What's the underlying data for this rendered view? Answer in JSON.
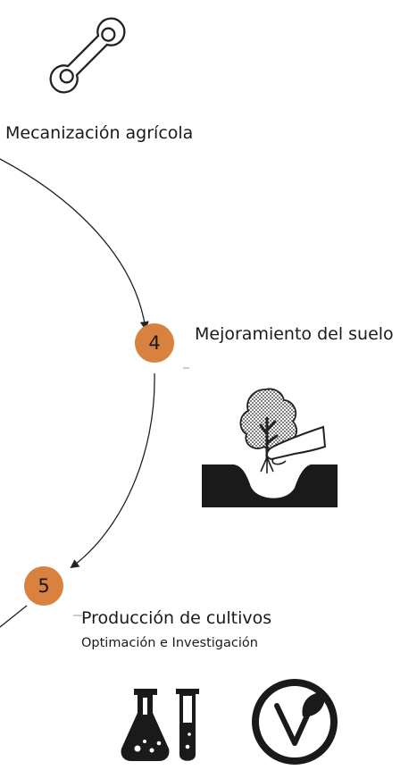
{
  "colors": {
    "step_circle": "#D9823F",
    "ink": "#1a1a1a",
    "stroke": "#222222"
  },
  "items": {
    "mechanization": {
      "label": "Mecanización agrícola",
      "icon": "wrench-icon"
    },
    "soil": {
      "number": "4",
      "label": "Mejoramiento del suelo",
      "icon": "tree-planting-icon"
    },
    "crops": {
      "number": "5",
      "label": "Producción de cultivos",
      "sublabel": "Optimación e Investigación",
      "icons": [
        "lab-flask-tube-icon",
        "vegan-leaf-icon"
      ]
    }
  }
}
